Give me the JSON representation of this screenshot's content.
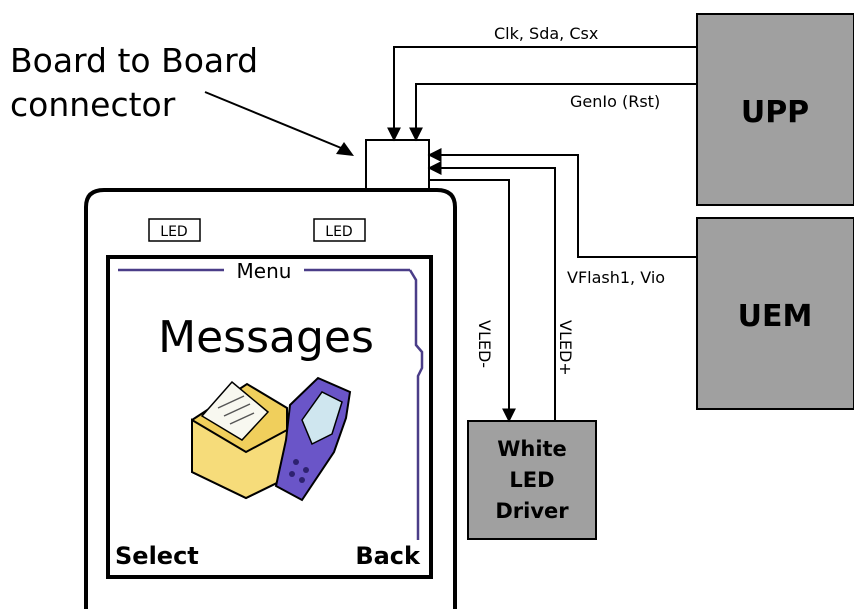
{
  "title": {
    "line1": "Board to Board",
    "line2": "connector"
  },
  "blocks": {
    "upp": "UPP",
    "uem": "UEM",
    "driver": {
      "line1": "White",
      "line2": "LED",
      "line3": "Driver"
    }
  },
  "signals": {
    "clk_sda_csx": "Clk, Sda, Csx",
    "genio_rst": "GenIo (Rst)",
    "vflash_vio": "VFlash1, Vio",
    "vled_minus": "VLED-",
    "vled_plus": "VLED+"
  },
  "phone": {
    "led_left": "LED",
    "led_right": "LED",
    "menu_label": "Menu",
    "screen_title": "Messages",
    "softkey_left": "Select",
    "softkey_right": "Back"
  },
  "colors": {
    "block_fill": "#a0a0a0",
    "menu_line": "#4a3d88",
    "envelope": "#f2d060",
    "phone_icon": "#6a55c8"
  }
}
